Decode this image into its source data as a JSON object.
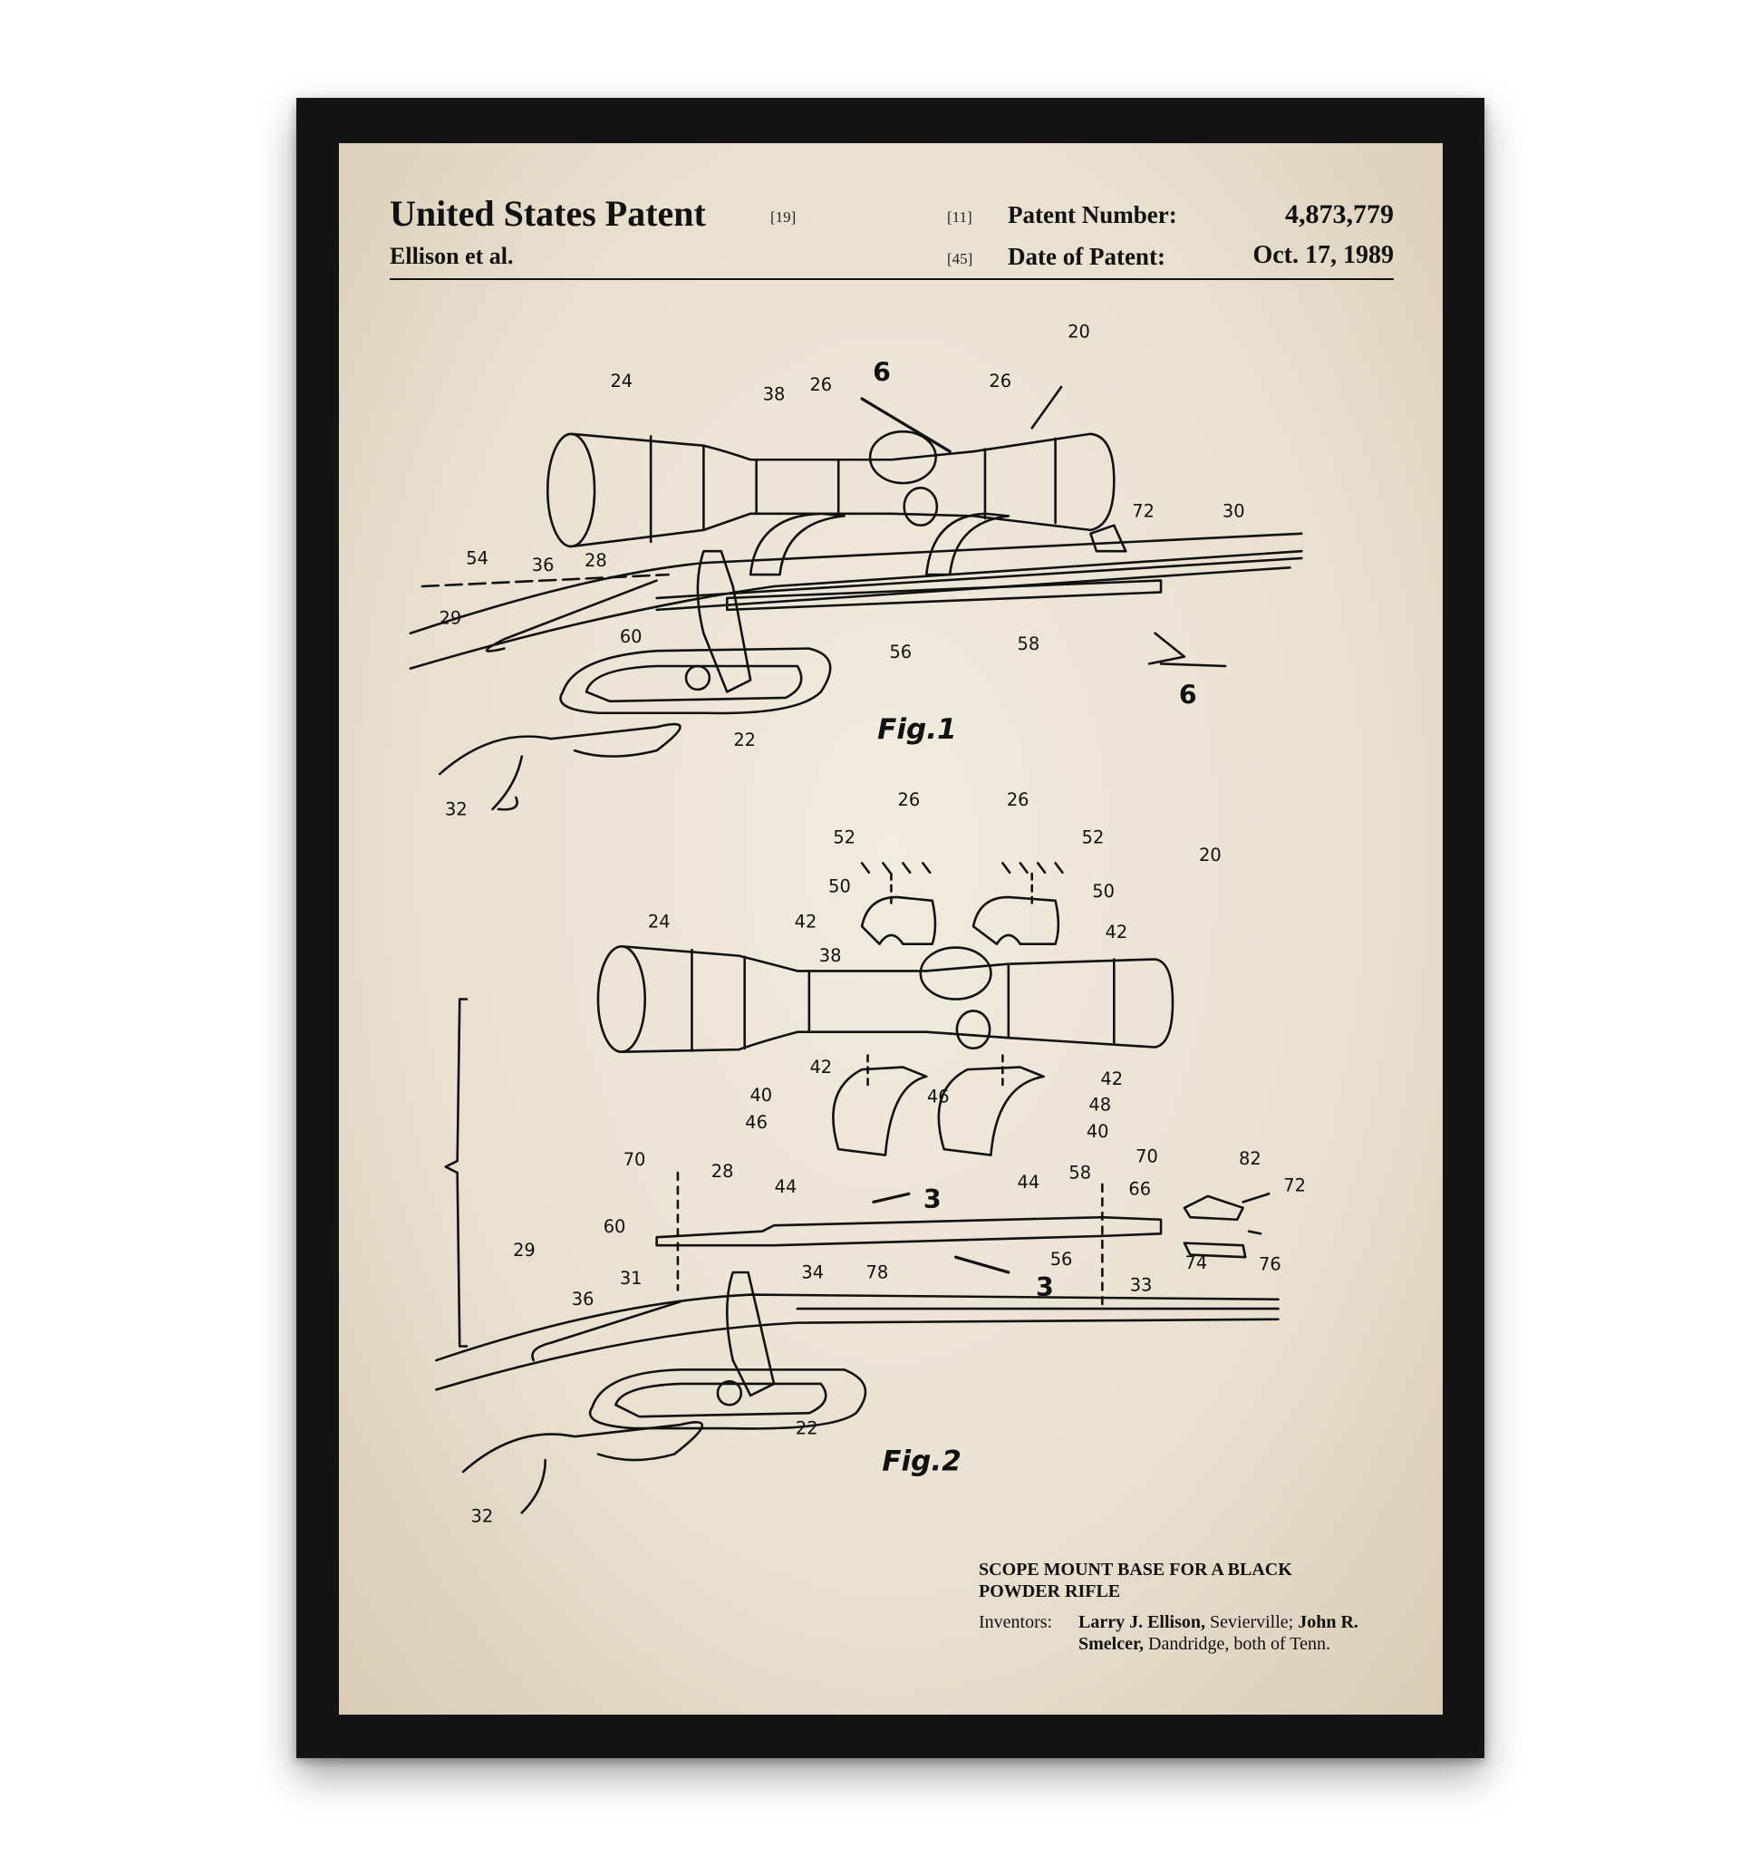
{
  "header": {
    "title": "United States Patent",
    "title_code": "[19]",
    "inventor_short": "Ellison et al.",
    "patent_number_code": "[11]",
    "patent_number_label": "Patent Number:",
    "patent_number": "4,873,779",
    "date_code": "[45]",
    "date_label": "Date of Patent:",
    "date": "Oct. 17, 1989"
  },
  "figures": {
    "fig1": {
      "caption": "Fig.1",
      "section_marks": [
        "6",
        "6"
      ],
      "refs": [
        "24",
        "38",
        "26",
        "26",
        "20",
        "72",
        "30",
        "54",
        "36",
        "28",
        "29",
        "60",
        "56",
        "58",
        "22",
        "32"
      ]
    },
    "fig2": {
      "caption": "Fig.2",
      "section_marks": [
        "3",
        "3"
      ],
      "refs": [
        "26",
        "26",
        "52",
        "52",
        "20",
        "50",
        "50",
        "42",
        "42",
        "24",
        "38",
        "42",
        "42",
        "48",
        "40",
        "46",
        "46",
        "40",
        "70",
        "28",
        "44",
        "44",
        "58",
        "70",
        "82",
        "66",
        "72",
        "60",
        "78",
        "56",
        "74",
        "76",
        "29",
        "34",
        "31",
        "36",
        "33",
        "22",
        "32"
      ]
    }
  },
  "info": {
    "title": "SCOPE MOUNT BASE FOR A BLACK POWDER RIFLE",
    "inventors_label": "Inventors:",
    "inventor1": "Larry J. Ellison,",
    "inventor1_city": " Sevierville; ",
    "inventor2": "John R. Smelcer,",
    "inventor2_city": " Dandridge, both of Tenn."
  },
  "colors": {
    "paper": "#ebe3d4",
    "ink": "#111111",
    "frame": "#141414"
  }
}
